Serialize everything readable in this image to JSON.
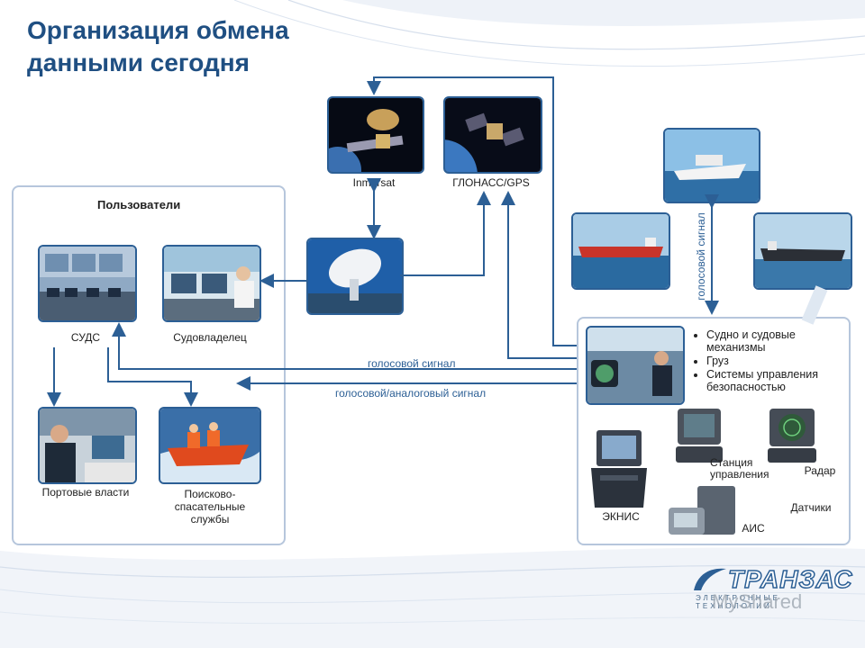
{
  "title": {
    "line1": "Организация обмена",
    "line2": "данными сегодня"
  },
  "users_panel": {
    "heading": "Пользователи",
    "items": [
      "СУДС",
      "Судовладелец",
      "Портовые власти",
      "Поисково-спасательные службы"
    ]
  },
  "satellites": {
    "inmarsat": "Inmarsat",
    "glonass": "ГЛОНАСС/GPS"
  },
  "signals": {
    "voice": "голосовой сигнал",
    "voice_analog": "голосовой/аналоговый сигнал",
    "vertical_voice": "голосовой сигнал"
  },
  "ship_panel": {
    "bullets": [
      "Судно и судовые механизмы",
      "Груз",
      "Системы управления безопасностью"
    ],
    "equipment": {
      "station": "Станция управления",
      "radar": "Радар",
      "ecdis": "ЭКНИС",
      "sensors": "Датчики",
      "ais": "АИС"
    }
  },
  "logo": {
    "name": "ТРАНЗАС",
    "tagline": "ЭЛЕКТРОННЫЕ ТЕХНОЛОГИИ"
  },
  "watermark": "MyShared",
  "colors": {
    "title": "#1f4f82",
    "arrow": "#2c5f95",
    "panel_border": "#b6c6dc"
  }
}
